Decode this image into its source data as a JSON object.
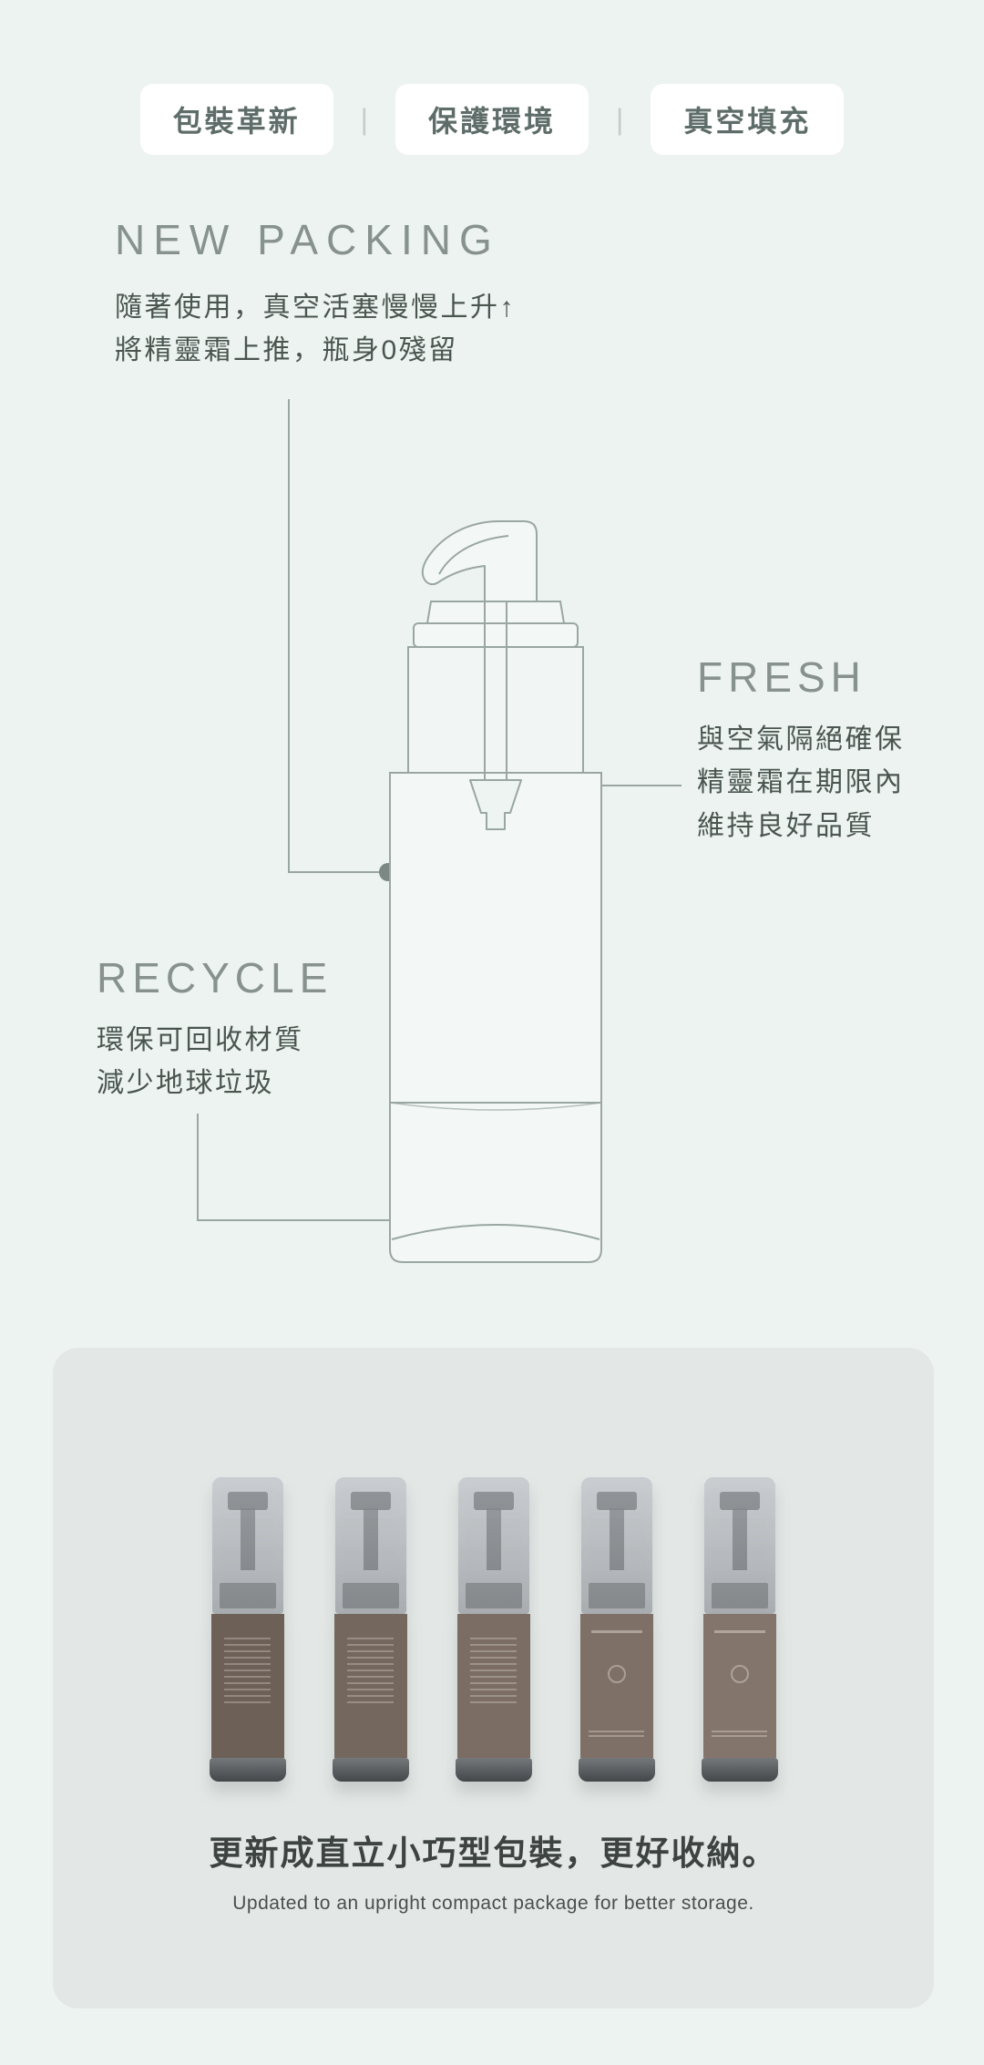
{
  "colors": {
    "page_bg": "#edf3f0",
    "card_bg": "#e3e8e6",
    "line": "#9aa6a2",
    "dot": "#7b8884",
    "heading": "#87918d",
    "body_text": "#4a5550"
  },
  "badges": {
    "separator": "|",
    "items": [
      {
        "label": "包裝革新"
      },
      {
        "label": "保護環境"
      },
      {
        "label": "真空填充"
      }
    ]
  },
  "sections": {
    "new_packing": {
      "title": "NEW PACKING",
      "line1": "隨著使用，真空活塞慢慢上升↑",
      "line2": "將精靈霜上推，瓶身0殘留"
    },
    "fresh": {
      "title": "FRESH",
      "line1": "與空氣隔絕確保",
      "line2": "精靈霜在期限內",
      "line3": "維持良好品質"
    },
    "recycle": {
      "title": "RECYCLE",
      "line1": "環保可回收材質",
      "line2": "減少地球垃圾"
    }
  },
  "bottom_card": {
    "heading": "更新成直立小巧型包裝，更好收納。",
    "subheading": "Updated to an upright compact package for better storage."
  }
}
